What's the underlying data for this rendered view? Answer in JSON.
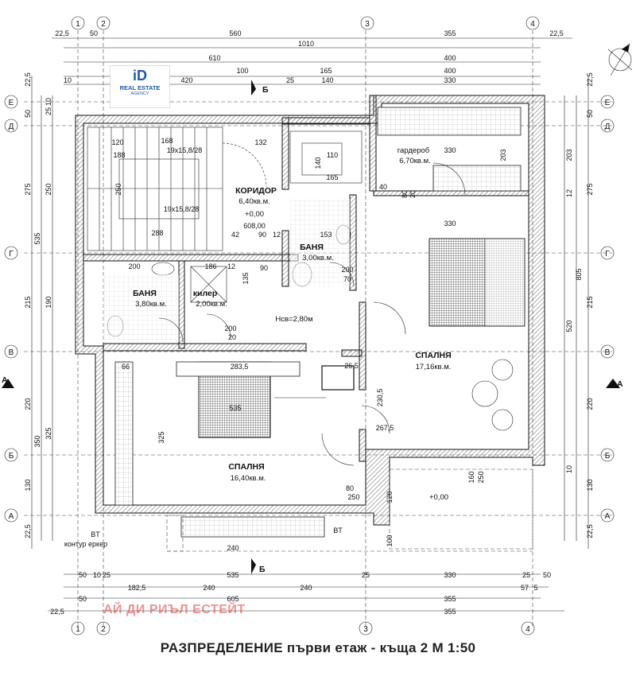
{
  "title": "РАЗПРЕДЕЛЕНИЕ първи етаж - къща 2  М 1:50",
  "watermark": "АЙ ДИ РИЪЛ ЕСТЕЙТ",
  "logo": {
    "mark": "iD",
    "line1": "REAL ESTATE",
    "line2": "AGENCY"
  },
  "axes_top": [
    "1",
    "2",
    "3",
    "4"
  ],
  "axes_side": [
    "Е",
    "Д",
    "Г",
    "В",
    "Б",
    "А"
  ],
  "rooms": [
    {
      "name": "КОРИДОР",
      "area": "6,40кв.м.",
      "extra": [
        "+0,00",
        "608,00"
      ]
    },
    {
      "name": "гардероб",
      "area": "6,70кв.м."
    },
    {
      "name": "БАНЯ",
      "area": "3,00кв.м."
    },
    {
      "name": "БАНЯ",
      "area": "3,80кв.м."
    },
    {
      "name": "килер",
      "area": "2,00кв.м."
    },
    {
      "name": "СПАЛНЯ",
      "area": "17,16кв.м."
    },
    {
      "name": "СПАЛНЯ",
      "area": "16,40кв.м."
    }
  ],
  "notes": {
    "ceiling": "Нсв=2,80м",
    "level": "+0,00",
    "stairs1": "19x15,8/28",
    "stairs2": "19x15,8/28",
    "bay": "контур еркер",
    "section": "Б",
    "section_side": "А"
  },
  "dims_top": [
    "22,5",
    "50",
    "560",
    "355",
    "22,5",
    "1010",
    "610",
    "400",
    "100",
    "165",
    "400",
    "10",
    "420",
    "25",
    "140",
    "330"
  ],
  "dims_bottom": [
    "50",
    "10",
    "25",
    "535",
    "25",
    "330",
    "25",
    "50",
    "182,5",
    "240",
    "240",
    "57",
    "5",
    "50",
    "605",
    "355",
    "22,5",
    "240",
    "355"
  ],
  "dims_left": [
    "22,5",
    "50",
    "25",
    "10",
    "275",
    "250",
    "535",
    "215",
    "190",
    "220",
    "350",
    "325",
    "130",
    "22,5"
  ],
  "dims_right": [
    "22,5",
    "50",
    "203",
    "12",
    "275",
    "805",
    "215",
    "520",
    "220",
    "10",
    "130",
    "22,5"
  ],
  "dims_inner": [
    "330",
    "330",
    "203",
    "140",
    "165",
    "110",
    "40",
    "80",
    "20",
    "153",
    "200",
    "186",
    "12",
    "90",
    "135",
    "200",
    "120",
    "188",
    "168",
    "132",
    "250",
    "288",
    "90",
    "12",
    "42",
    "66",
    "283,5",
    "535",
    "325",
    "230,5",
    "267,5",
    "26,5",
    "80",
    "250",
    "120",
    "100",
    "160",
    "250",
    "200",
    "70",
    "20",
    "BT",
    "BT"
  ]
}
